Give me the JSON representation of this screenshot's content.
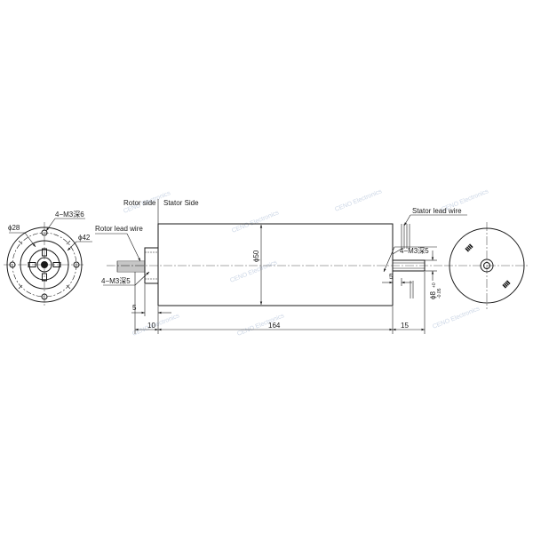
{
  "labels": {
    "rotor_side": "Rotor side",
    "stator_side": "Stator Side",
    "rotor_lead_wire": "Rotor lead wire",
    "stator_lead_wire": "Stator lead wire",
    "hole_note_left_top": "4−M3深6",
    "hole_note_left_bottom": "4−M3深5",
    "hole_note_right": "4−M3深5"
  },
  "dimensions": {
    "dia_28": "ϕ28",
    "dia_42": "ϕ42",
    "dia_50": "ϕ50",
    "dia_8": "ϕ8",
    "dia_8_upper_tol": "+0",
    "dia_8_lower_tol": "-0.05",
    "len_5_left": "5",
    "len_10": "10",
    "len_164": "164",
    "len_15": "15",
    "len_5_right": "5"
  },
  "watermark": "CENO Electronics",
  "colors": {
    "line": "#1a1a1a",
    "watermark": "#b8c6dc"
  }
}
